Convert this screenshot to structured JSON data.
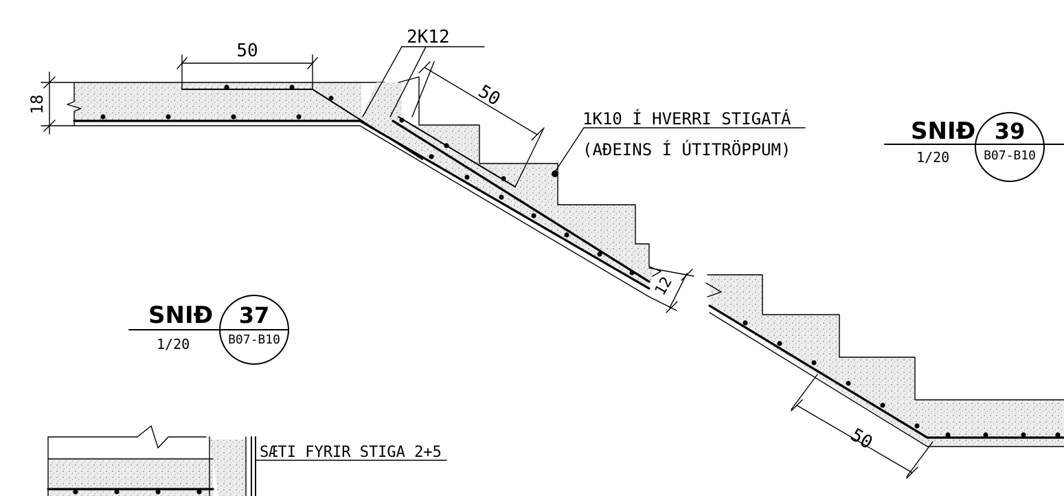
{
  "dimensions": {
    "top_landing_length": "50",
    "slab_thickness": "18",
    "upper_flight_length": "50",
    "flight_thickness": "12",
    "lower_flight_length": "50"
  },
  "rebar_labels": {
    "top_bars": "2K12",
    "step_bar_line1": "1K10 Í HVERRI STIGATÁ",
    "step_bar_line2": "(AÐEINS Í ÚTITRÖPPUM)"
  },
  "section_39": {
    "title": "SNIÐ",
    "number": "39",
    "sheets": "B07-B10",
    "scale": "1/20"
  },
  "section_37": {
    "title": "SNIÐ",
    "number": "37",
    "sheets": "B07-B10",
    "scale": "1/20"
  },
  "seat_note": "SÆTI FYRIR STIGA 2+5"
}
